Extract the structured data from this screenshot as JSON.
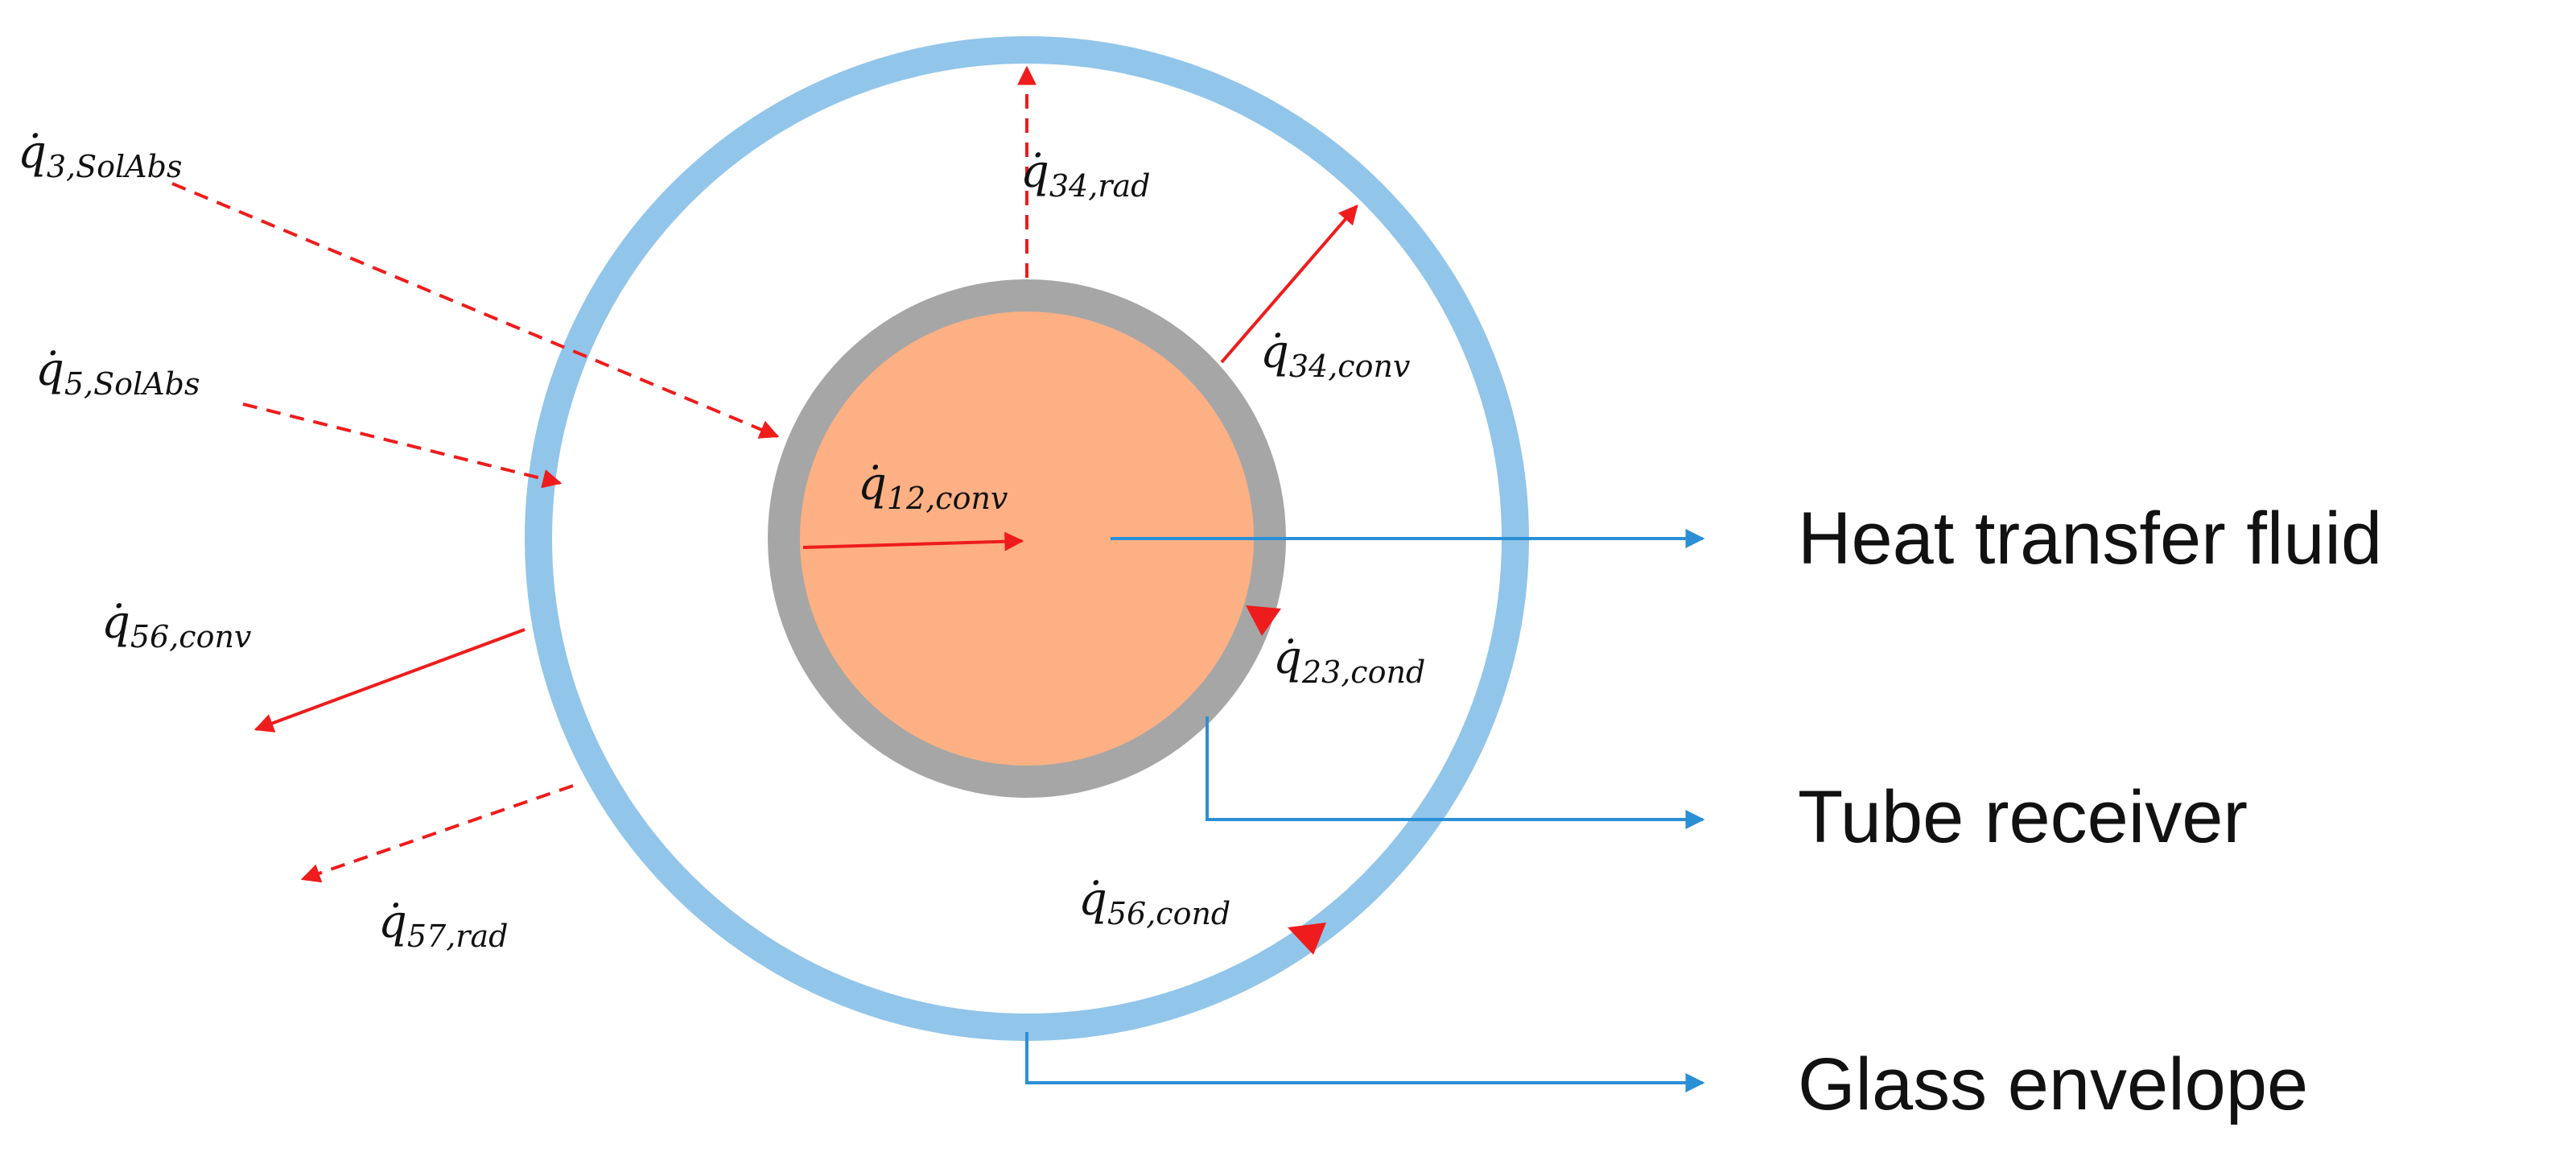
{
  "colors": {
    "glass": "#92c5ea",
    "tube": "#a6a6a6",
    "fluid": "#fdb084",
    "heat_arrow": "#ee1c1c",
    "leader": "#2b8fd6"
  },
  "labels": {
    "heat_transfer_fluid": "Heat transfer fluid",
    "tube_receiver": "Tube receiver",
    "glass_envelope": "Glass envelope"
  },
  "fluxes": {
    "q3_solabs": {
      "symbol": "q̇",
      "subscript": "3,SolAbs"
    },
    "q5_solabs": {
      "symbol": "q̇",
      "subscript": "5,SolAbs"
    },
    "q56_conv": {
      "symbol": "q̇",
      "subscript": "56,conv"
    },
    "q57_rad": {
      "symbol": "q̇",
      "subscript": "57,rad"
    },
    "q34_rad": {
      "symbol": "q̇",
      "subscript": "34,rad"
    },
    "q34_conv": {
      "symbol": "q̇",
      "subscript": "34,conv"
    },
    "q12_conv": {
      "symbol": "q̇",
      "subscript": "12,conv"
    },
    "q23_cond": {
      "symbol": "q̇",
      "subscript": "23,cond"
    },
    "q56_cond": {
      "symbol": "q̇",
      "subscript": "56,cond"
    }
  }
}
